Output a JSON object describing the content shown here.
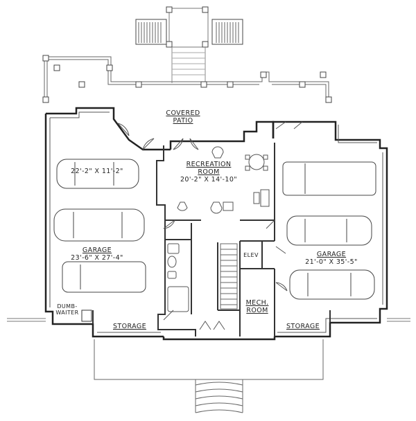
{
  "rooms": {
    "covered_patio": {
      "name": "COVERED PATIO",
      "line1": "COVERED",
      "line2": "PATIO"
    },
    "recreation": {
      "line1": "RECREATION",
      "line2": "ROOM",
      "dims": "20'-2\" X 14'-10\""
    },
    "garage_left": {
      "name": "GARAGE",
      "dims": "23'-6\" X 27'-4\""
    },
    "garage_left_bay": {
      "dims": "22'-2\" X 11'-2\""
    },
    "garage_right": {
      "name": "GARAGE",
      "dims": "21'-0\" X 35'-5\""
    },
    "elevator": {
      "name": "ELEV"
    },
    "mech": {
      "line1": "MECH.",
      "line2": "ROOM"
    },
    "dumbwaiter": {
      "line1": "DUMB-",
      "line2": "WAITER"
    },
    "storage_left": {
      "name": "STORAGE"
    },
    "storage_right": {
      "name": "STORAGE"
    }
  },
  "colors": {
    "wall": "#333333",
    "line": "#555555",
    "fill": "#ffffff"
  }
}
